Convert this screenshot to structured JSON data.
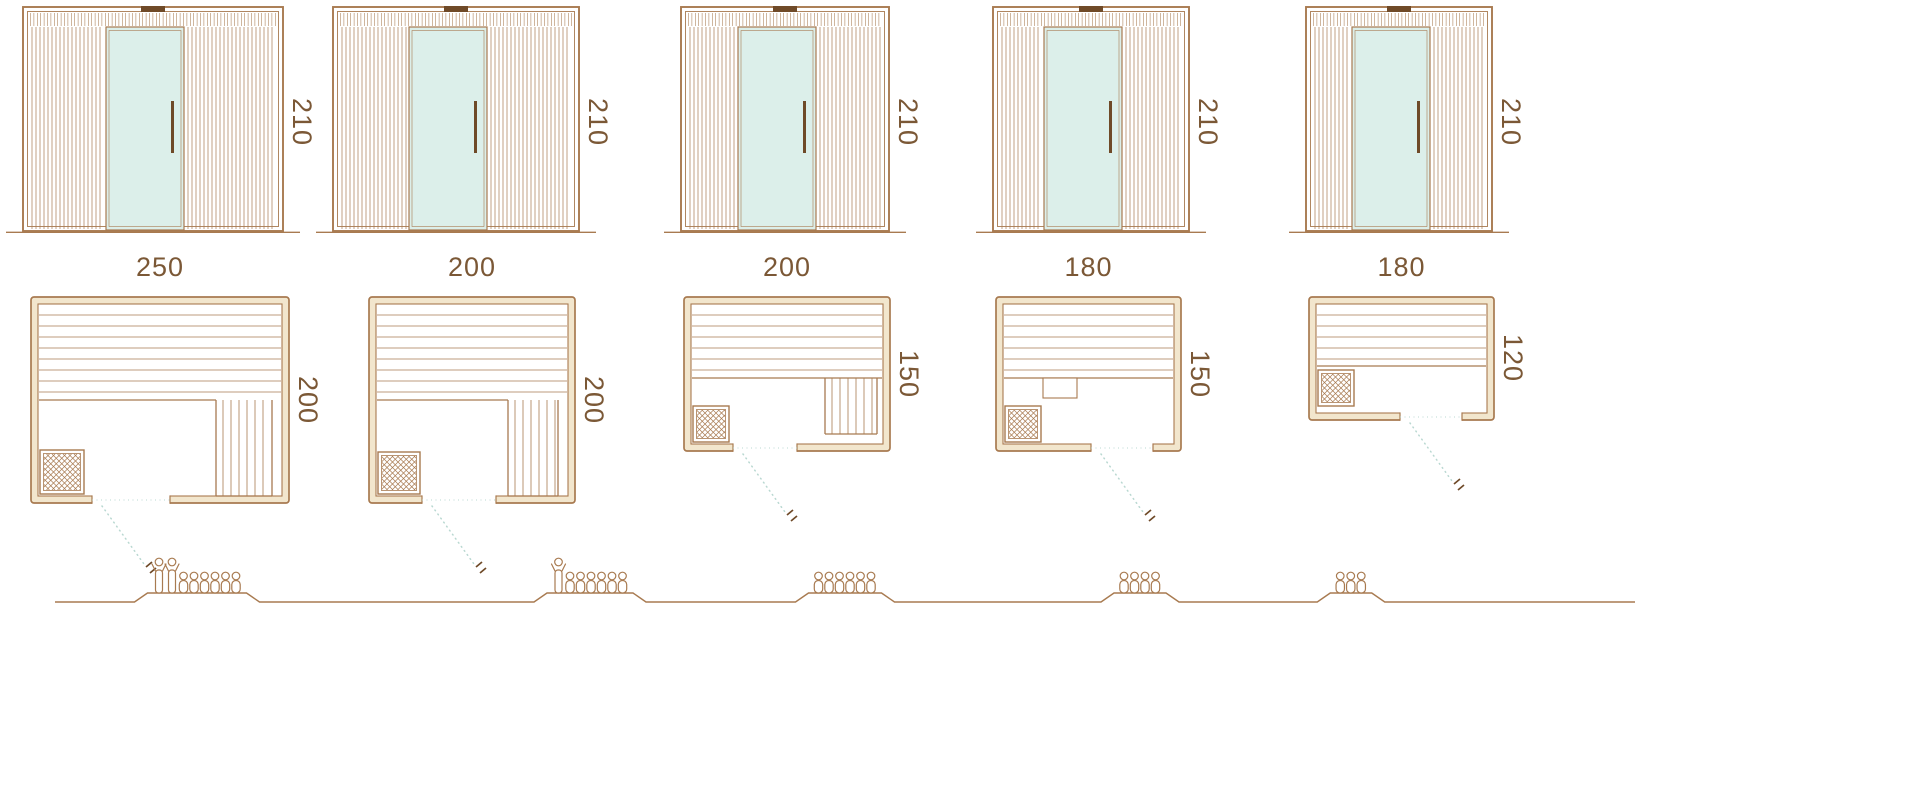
{
  "palette": {
    "line": "#a87a50",
    "line_dark": "#6f4a28",
    "label": "#7b5836",
    "glass": "#dcefea",
    "wall_fill": "#f2e6cd",
    "swing": "#b9d8d1",
    "background": "#ffffff"
  },
  "models": [
    {
      "name": "sauna-250x200",
      "elevation": {
        "height_label": "210"
      },
      "plan": {
        "width_label": "250",
        "depth_label": "200"
      },
      "capacity": {
        "total": 8,
        "standing": 2,
        "seated": 6
      }
    },
    {
      "name": "sauna-200x200",
      "elevation": {
        "height_label": "210"
      },
      "plan": {
        "width_label": "200",
        "depth_label": "200"
      },
      "capacity": {
        "total": 7,
        "standing": 1,
        "seated": 6
      }
    },
    {
      "name": "sauna-200x150",
      "elevation": {
        "height_label": "210"
      },
      "plan": {
        "width_label": "200",
        "depth_label": "150"
      },
      "capacity": {
        "total": 6,
        "standing": 0,
        "seated": 6
      }
    },
    {
      "name": "sauna-180x150",
      "elevation": {
        "height_label": "210"
      },
      "plan": {
        "width_label": "180",
        "depth_label": "150"
      },
      "capacity": {
        "total": 4,
        "standing": 0,
        "seated": 4
      }
    },
    {
      "name": "sauna-180x120",
      "elevation": {
        "height_label": "210"
      },
      "plan": {
        "width_label": "180",
        "depth_label": "120"
      },
      "capacity": {
        "total": 3,
        "standing": 0,
        "seated": 3
      }
    }
  ]
}
